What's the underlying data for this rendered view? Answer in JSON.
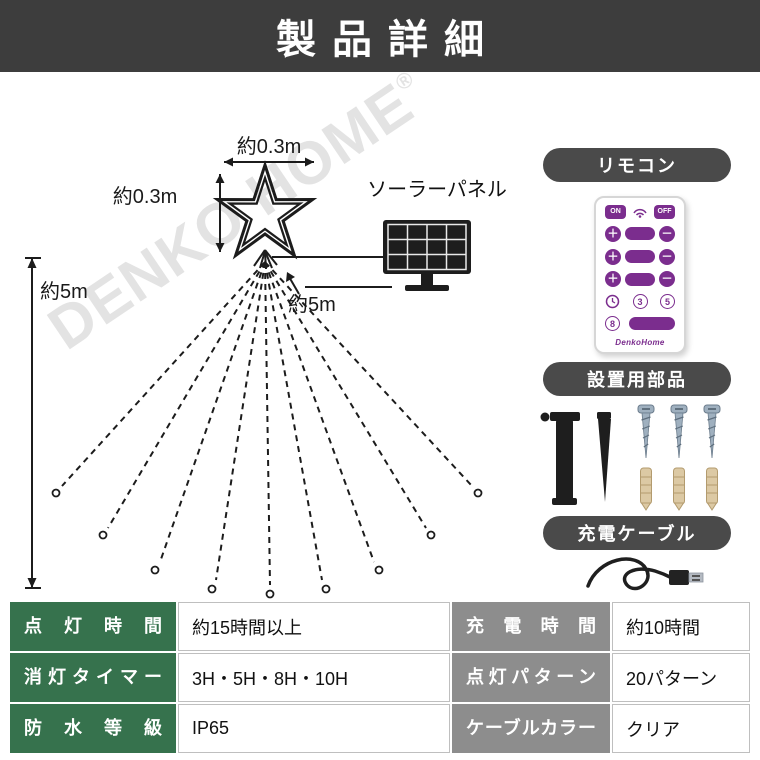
{
  "header": {
    "title": "製品詳細"
  },
  "watermark": {
    "text": "DENKO HOME",
    "reg": "®"
  },
  "diagram": {
    "star_width": "約0.3m",
    "star_height": "約0.3m",
    "drop_height": "約5m",
    "string_length": "約5m",
    "solar_panel_label": "ソーラーパネル"
  },
  "sidebar": {
    "remote_title": "リモコン",
    "parts_title": "設置用部品",
    "cable_title": "充電ケーブル",
    "remote": {
      "on": "ON",
      "off": "OFF",
      "plus": "＋",
      "minus": "－",
      "timer_3": "3",
      "timer_5": "5",
      "timer_8": "8",
      "brand": "DenkoHome"
    }
  },
  "spec_table": {
    "rows": [
      {
        "label_left": "点灯時間",
        "value_left": "約15時間以上",
        "label_right": "充電時間",
        "value_right": "約10時間"
      },
      {
        "label_left": "消灯タイマー",
        "value_left": "3H・5H・8H・10H",
        "label_right": "点灯パターン",
        "value_right": "20パターン"
      },
      {
        "label_left": "防水等級",
        "value_left": "IP65",
        "label_right": "ケーブルカラー",
        "value_right": "クリア"
      }
    ]
  }
}
